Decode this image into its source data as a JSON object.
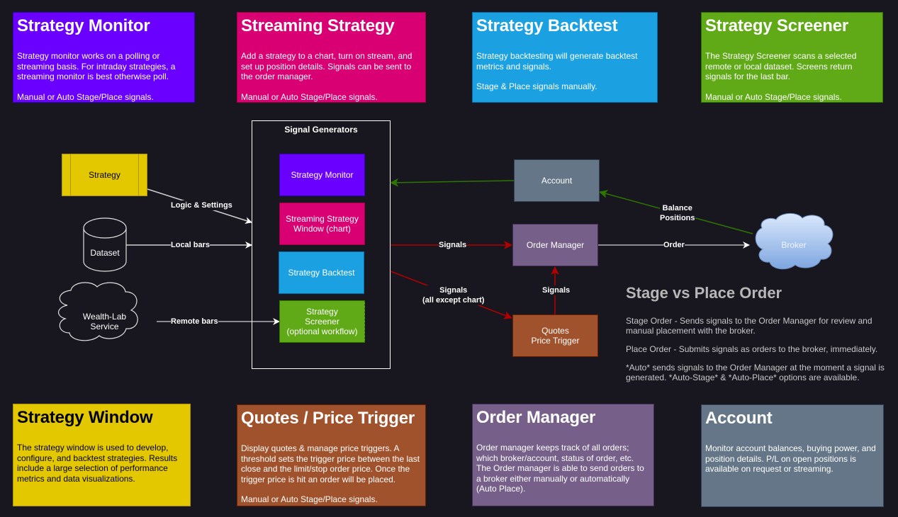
{
  "colors": {
    "background": "#18161e",
    "monitor": "#6a00ff",
    "streaming": "#d80073",
    "backtest": "#1ba1e2",
    "screener": "#60a917",
    "strategy_window": "#e3c800",
    "quotes": "#a0522d",
    "order_manager": "#76608a",
    "account": "#647687",
    "signal_arrow": "#b20000",
    "account_arrow": "#2d7600",
    "data_arrow": "#e0e0e0"
  },
  "top_cards": [
    {
      "title": "Strategy Monitor",
      "lines": [
        "Strategy monitor works on a polling or streaming basis.  For intraday strategies, a streaming monitor is best otherwise poll."
      ],
      "footer": "Manual or Auto Stage/Place signals."
    },
    {
      "title": "Streaming Strategy",
      "lines": [
        "Add a strategy to a chart, turn on stream, and set up position details.  Signals can be sent to the order manager."
      ],
      "footer": "Manual or Auto Stage/Place signals."
    },
    {
      "title": "Strategy Backtest",
      "lines": [
        "Strategy backtesting will generate backtest metrics and signals."
      ],
      "footer": "Stage & Place signals manually."
    },
    {
      "title": "Strategy Screener",
      "lines": [
        "The Strategy Screener scans a selected remote or local dataset.  Screens return signals for the last bar."
      ],
      "footer": "Manual or Auto Stage/Place signals."
    }
  ],
  "bottom_cards": [
    {
      "title": "Strategy Window",
      "lines": [
        "The strategy window is used to develop, configure, and backtest strategies.  Results include a large selection of performance metrics and data visualizations."
      ],
      "footer": ""
    },
    {
      "title": "Quotes / Price Trigger",
      "lines": [
        "Display quotes & manage price triggers.  A threshold sets the trigger price between the last close and the limit/stop order price.  Once the trigger price is hit an order will be placed."
      ],
      "footer": "Manual or Auto Stage/Place signals."
    },
    {
      "title": "Order Manager",
      "lines": [
        "Order manager keeps track of all orders; which broker/account, status of order, etc.  The Order manager is able to send orders to a broker either manually or automatically (Auto Place)."
      ],
      "footer": ""
    },
    {
      "title": "Account",
      "lines": [
        "Monitor account balances, buying power, and position details.  P/L on open positions is available on request or streaming."
      ],
      "footer": ""
    }
  ],
  "diagram": {
    "group_title": "Signal Generators",
    "sources": {
      "strategy": "Strategy",
      "dataset": "Dataset",
      "service": "Wealth-Lab\nService"
    },
    "generators": {
      "monitor": "Strategy Monitor",
      "streaming": "Streaming Strategy\nWindow (chart)",
      "backtest": "Strategy Backtest",
      "screener": "Strategy\nScreener\n(optional workflow)"
    },
    "nodes": {
      "account": "Account",
      "order_manager": "Order Manager",
      "quotes": "Quotes\nPrice Trigger",
      "broker": "Broker"
    },
    "edge_labels": {
      "logic": "Logic & Settings",
      "local": "Local bars",
      "remote": "Remote bars",
      "signals_om": "Signals",
      "signals_quotes": "Signals\n(all except chart)",
      "signals_up": "Signals",
      "order": "Order",
      "balance": "Balance\nPositions"
    }
  },
  "stage_panel": {
    "title": "Stage vs Place Order",
    "paragraphs": [
      "Stage Order - Sends signals to the Order Manager for review and manual placement with the broker.",
      "Place Order - Submits signals as orders to the broker, immediately.",
      "*Auto* sends signals to the Order Manager at the moment a signal is generated.  *Auto-Stage* & *Auto-Place* options are available."
    ]
  }
}
